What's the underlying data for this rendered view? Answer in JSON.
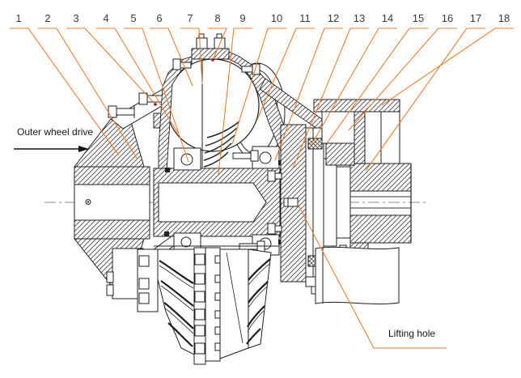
{
  "diagram": {
    "part_numbers": [
      "1",
      "2",
      "3",
      "4",
      "5",
      "6",
      "7",
      "8",
      "9",
      "10",
      "11",
      "12",
      "13",
      "14",
      "15",
      "16",
      "17",
      "18"
    ],
    "labels": {
      "outer_wheel_drive": "Outer wheel drive",
      "lifting_hole": "Lifting hole"
    },
    "colors": {
      "leader": "#ED7D31",
      "line": "#1f1f1f",
      "marker": "#c00000",
      "background": "#ffffff",
      "text": "#3a3a3a"
    }
  }
}
